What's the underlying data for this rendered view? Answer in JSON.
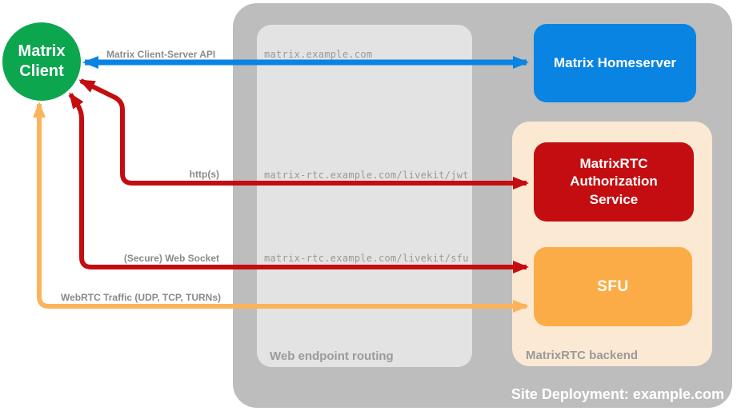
{
  "colors": {
    "container_gray": "#BDBDBD",
    "routing_gray": "#E3E3E3",
    "backend_peach": "#FCE9D4",
    "client_green": "#0CA64F",
    "homeserver_blue": "#0984E3",
    "auth_red": "#C40D10",
    "sfu_orange": "#FCAC47",
    "arrow_blue": "#0984E3",
    "arrow_red": "#C40D10",
    "arrow_orange": "#FBB35C",
    "label_gray": "#8A8A8A",
    "mono_gray": "#999999",
    "zone_label_gray": "#9A9A9A"
  },
  "nodes": {
    "client": {
      "line1": "Matrix",
      "line2": "Client"
    },
    "homeserver": {
      "label": "Matrix Homeserver"
    },
    "auth": {
      "label": "MatrixRTC Authorization Service"
    },
    "sfu": {
      "label": "SFU"
    }
  },
  "containers": {
    "site": {
      "label": "Site Deployment: example.com"
    },
    "routing": {
      "label": "Web endpoint routing"
    },
    "backend": {
      "label": "MatrixRTC backend"
    }
  },
  "endpoints": [
    {
      "host": "matrix.example.com"
    },
    {
      "host": "matrix-rtc.example.com/livekit/jwt"
    },
    {
      "host": "matrix-rtc.example.com/livekit/sfu"
    }
  ],
  "arrows": [
    {
      "label": "Matrix Client-Server API",
      "color": "blue",
      "from": "Matrix Client",
      "to": "Matrix Homeserver",
      "bidirectional": true
    },
    {
      "label": "http(s)",
      "color": "red",
      "from": "Matrix Client",
      "to": "MatrixRTC Authorization Service",
      "bidirectional": true
    },
    {
      "label": "(Secure) Web Socket",
      "color": "red",
      "from": "Matrix Client",
      "to": "SFU",
      "bidirectional": true
    },
    {
      "label": "WebRTC Traffic (UDP, TCP, TURNs)",
      "color": "orange",
      "from": "Matrix Client",
      "to": "SFU",
      "bidirectional": true
    }
  ]
}
